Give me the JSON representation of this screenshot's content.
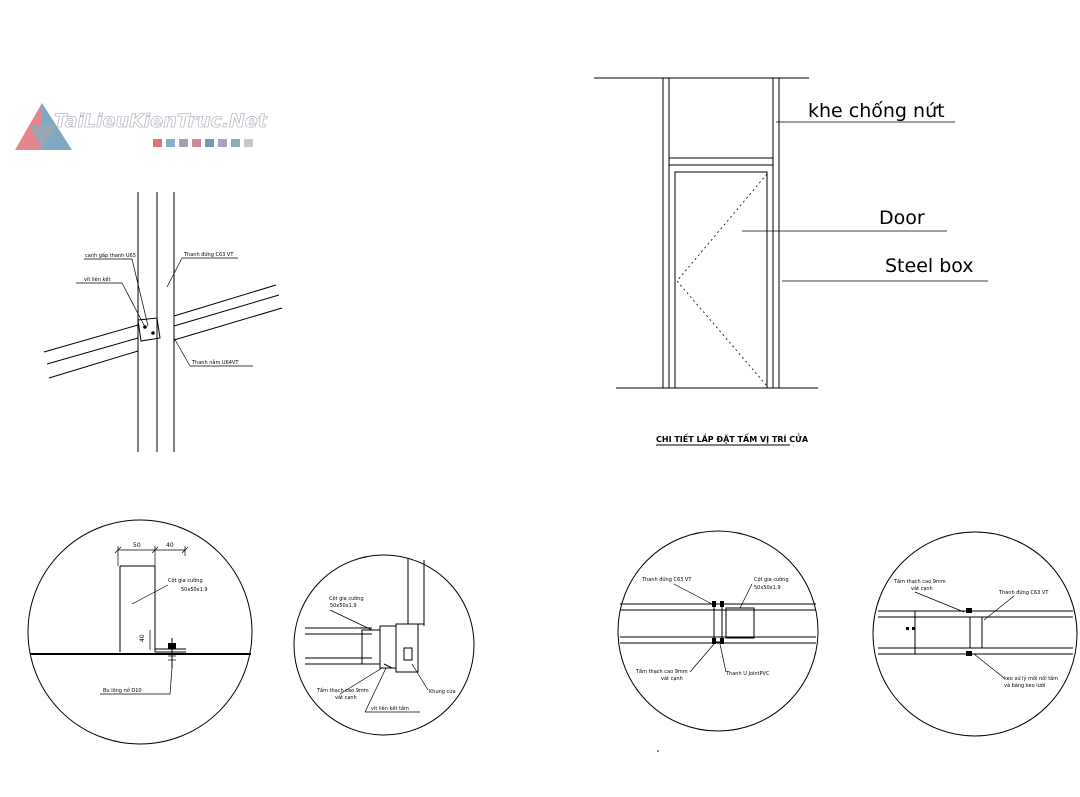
{
  "watermark": {
    "text": "TaiLieuKienTruc.Net",
    "bar_colors": [
      "#e0707a",
      "#7fb3c2",
      "#9aa6b5",
      "#c98a9c",
      "#7e94b5",
      "#a7a3c6",
      "#8eaab8",
      "#c7c7c7"
    ]
  },
  "detail_joint": {
    "label_gap": "canh gấp thanh U65",
    "label_screw": "vít liên kết",
    "label_stud": "Thanh đứng C63 VT",
    "label_rail": "Thanh nằm U64VT"
  },
  "door_detail": {
    "label_gap": "khe chống nứt",
    "label_door": "Door",
    "label_box": "Steel box",
    "title": "CHI  TIẾT LẮP ĐẶT TẤM VỊ TRÍ CỬA"
  },
  "circle_1": {
    "dim_a": "50",
    "dim_b": "40",
    "dim_c": "40",
    "label_post_1": "Cột gia cường",
    "label_post_2": "50x50x1.9",
    "label_bolt": "Bu lông nở D10"
  },
  "circle_2": {
    "label_post_1": "Cột gia cường",
    "label_post_2": "50x50x1.9",
    "label_board_1": "Tấm thạch cao 9mm",
    "label_board_2": "vát cạnh",
    "label_screw": "vít liên kết tấm",
    "label_frame": "Khung cửa"
  },
  "circle_3": {
    "label_stud": "Thanh đứng C63 VT",
    "label_post_1": "Cột gia cường",
    "label_post_2": "50x50x1.9",
    "label_board_1": "Tấm thạch cao 9mm",
    "label_board_2": "vát cạnh",
    "label_joint": "Thanh U JointPVC"
  },
  "circle_4": {
    "label_board_1": "Tấm thạch cao 9mm",
    "label_board_2": "vát cạnh",
    "label_stud": "Thanh đứng C63 VT",
    "label_sealant_1": "keo xử lý mối nối tấm",
    "label_sealant_2": "và băng keo lưới"
  }
}
